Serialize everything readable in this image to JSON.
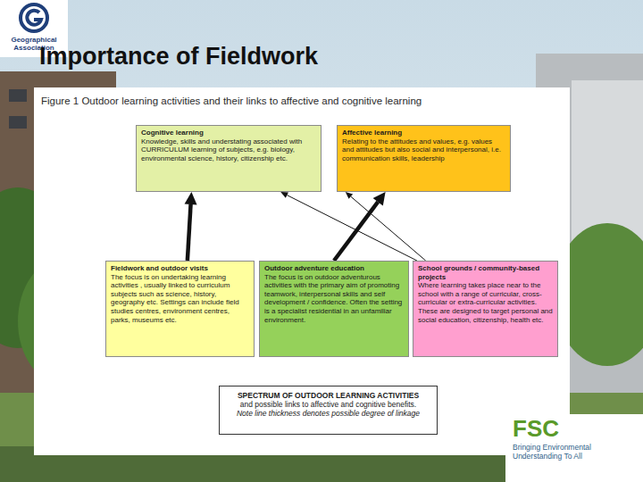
{
  "diagram": {
    "title": "Importance of Fieldwork",
    "caption": "Figure 1 Outdoor learning activities and their links to affective and cognitive learning",
    "nodes": [
      {
        "text": [
          "Cognitive learning",
          "Knowledge, skills and understating associated with CURRICULUM learning of subjects, e.g. biology, environmental science, history, citizenship etc."
        ]
      },
      {
        "text": [
          "Affective learning",
          "Relating to the attitudes and values, e.g. values and attitudes but also social and interpersonal, i.e. communication skills, leadership"
        ]
      },
      {
        "text": [
          "Fieldwork and outdoor visits",
          "The focus is on undertaking learning activities , usually linked to curriculum subjects such as science, history, geography etc. Settings can include field studies centres, environment centres, parks, museums etc."
        ]
      },
      {
        "text": [
          "Outdoor adventure education",
          "The focus is on outdoor adventurous activities with the primary aim of promoting teamwork, interpersonal skills and self development / confidence. Often the setting is a specialist residential in an unfamiliar environment."
        ]
      },
      {
        "text": [
          "School grounds / community-based projects",
          "Where learning takes place near to the school with a range of curricular, cross-curricular or extra-curricular activities. These are designed to target personal and social education, citizenship, health etc."
        ]
      },
      {
        "text": [
          "SPECTRUM OF OUTDOOR LEARNING ACTIVITIES",
          "and possible links to affective and cognitive benefits.",
          "Note line thickness denotes possible degree of linkage"
        ]
      }
    ],
    "edges": [
      {
        "from": 2,
        "to": 0,
        "arrow": "to"
      },
      {
        "from": 3,
        "to": 1,
        "arrow": "to"
      },
      {
        "from": 4,
        "to": 0,
        "arrow": "to"
      },
      {
        "from": 4,
        "to": 1,
        "arrow": "to"
      }
    ],
    "labels": [
      "Geographical Association",
      "FSC",
      "Bringing Environmental Understanding To All"
    ]
  }
}
